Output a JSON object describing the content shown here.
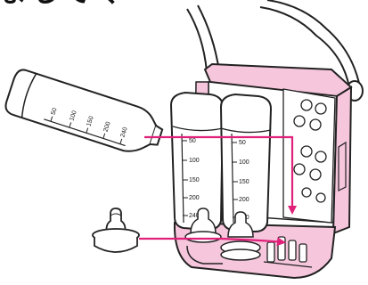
{
  "caption_fragment": "ましてく",
  "bottles": {
    "tilted_marks": [
      "50",
      "100",
      "150",
      "200",
      "240"
    ],
    "upright_marks": [
      "50",
      "100",
      "150",
      "200",
      "240"
    ]
  },
  "colors": {
    "bag_pink": "#f6c6dc",
    "bag_outline": "#222222",
    "arrow_magenta": "#e0217a",
    "interior": "#ffffff"
  },
  "icons": [
    "baby-bottle-icon",
    "nipple-icon",
    "cooler-bag-icon",
    "arrow-icon"
  ]
}
